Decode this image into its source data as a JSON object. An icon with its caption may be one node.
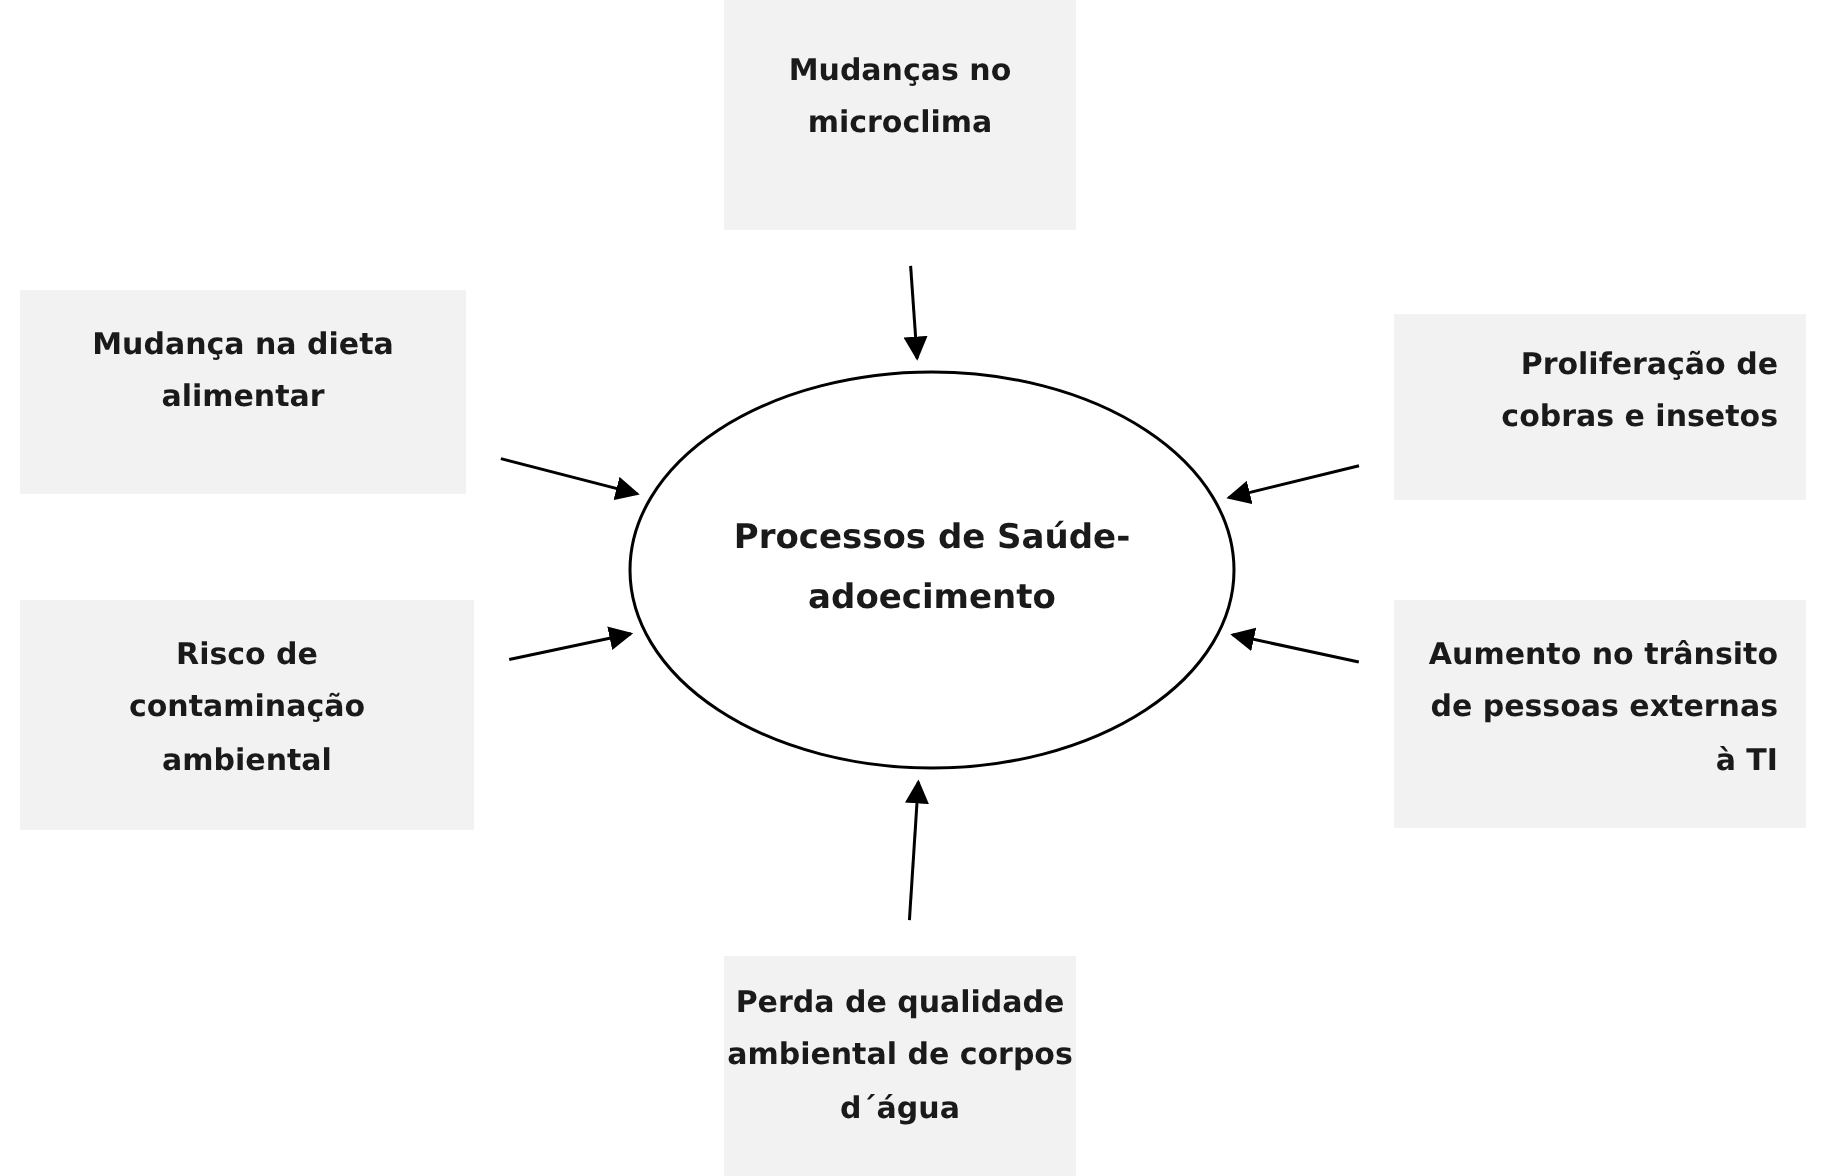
{
  "diagram": {
    "nodes": [
      {
        "text": [
          "Mudanças no microclima"
        ]
      },
      {
        "text": [
          "Mudança na dieta alimentar"
        ]
      },
      {
        "text": [
          "Proliferação de cobras e insetos"
        ]
      },
      {
        "text": [
          "Processos de Saúde-adoecimento"
        ]
      },
      {
        "text": [
          "Risco de contaminação ambiental"
        ]
      },
      {
        "text": [
          "Aumento no trânsito de pessoas externas à TI"
        ]
      },
      {
        "text": [
          "Perda de qualidade ambiental de corpos d´água"
        ]
      }
    ],
    "edges": [
      {
        "from": 0,
        "to": 3,
        "arrow": "to"
      },
      {
        "from": 1,
        "to": 3,
        "arrow": "to"
      },
      {
        "from": 2,
        "to": 3,
        "arrow": "to"
      },
      {
        "from": 4,
        "to": 3,
        "arrow": "to"
      },
      {
        "from": 5,
        "to": 3,
        "arrow": "to"
      },
      {
        "from": 6,
        "to": 3,
        "arrow": "to"
      }
    ]
  }
}
